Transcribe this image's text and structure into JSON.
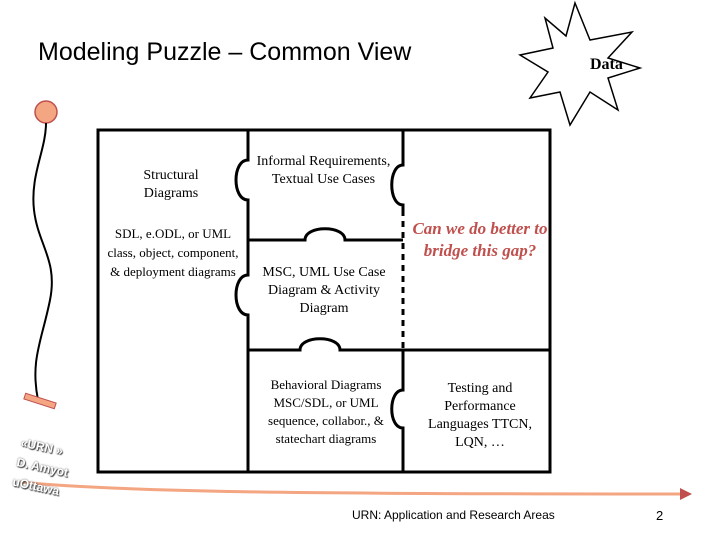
{
  "title": "Modeling Puzzle – Common View",
  "burst_label": "Data",
  "pieces": {
    "structural_heading": "Structural Diagrams",
    "structural_body": "SDL, e.ODL, or UML class, object, component, & deployment diagrams",
    "informal": "Informal Requirements, Textual Use Cases",
    "msc": "MSC, UML Use Case Diagram & Activity Diagram",
    "gap_question": "Can we do better to bridge this gap?",
    "behavioral": "Behavioral Diagrams MSC/SDL, or UML sequence, collabor., & statechart diagrams",
    "testing": "Testing and Performance Languages TTCN, LQN, …"
  },
  "watermark": {
    "line1": "«URN »",
    "line2": "D. Amyot",
    "line3": "uOttawa"
  },
  "footer": "URN: Application and Research Areas",
  "page_number": "2",
  "colors": {
    "accent_orange": "#f4a582",
    "orange_stroke": "#c0504d",
    "question_text": "#c0504d"
  }
}
